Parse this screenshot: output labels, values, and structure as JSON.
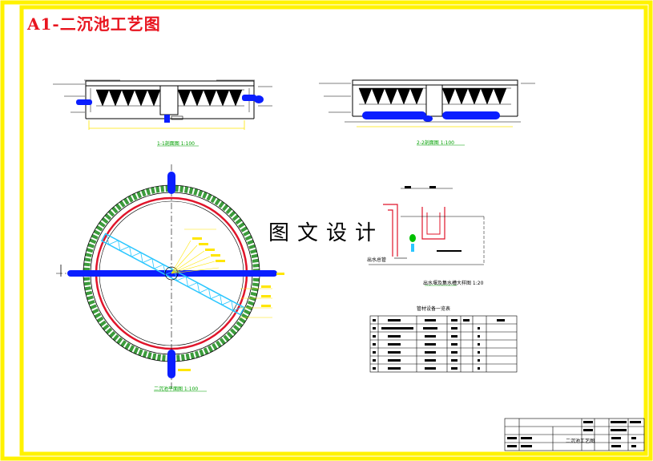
{
  "page": {
    "title": "A1-二沉池工艺图",
    "watermark": "图文设计"
  },
  "colors": {
    "frame": "#fff200",
    "title": "#e8141e",
    "pipe": "#0a1eff",
    "sludge_ring": "#e0142a",
    "scraper": "#29c6ff",
    "wall": "#3c9c3c",
    "dimension": "#ffe600",
    "line": "#000000"
  },
  "drawings": {
    "section_1_label": "1-1剖面图 1:100",
    "section_2_label": "2-2剖面图 1:100",
    "plan_label": "二沉池平面图 1:100",
    "detail_label": "出水堰及集水槽大样图 1:20",
    "detail_note": "出水总管"
  },
  "equipment_table": {
    "title": "管材设备一览表",
    "rows": 7,
    "cols": 7
  },
  "title_block": {
    "drawing_name": "二沉池工艺图"
  }
}
